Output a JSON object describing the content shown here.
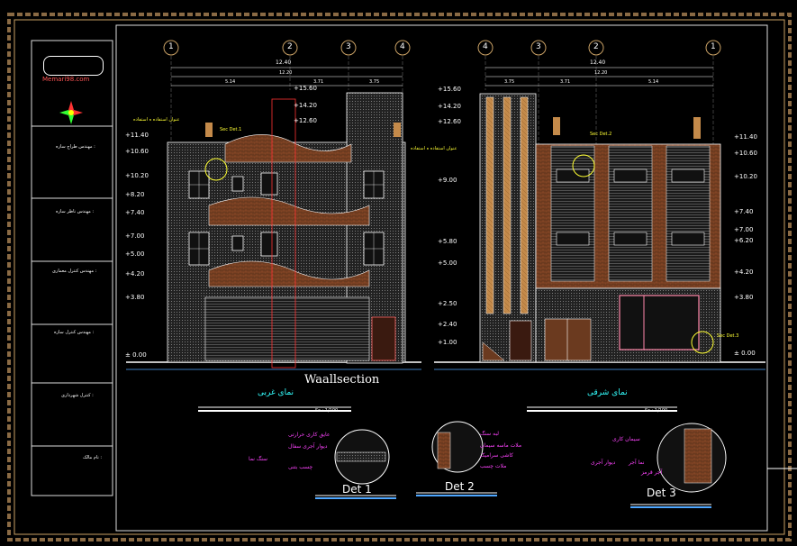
{
  "sidebar": {
    "logo_text": "Memari98.com",
    "fields": [
      "مهندس طراح سازه :",
      "مهندس ناظر سازه :",
      "مهندس کنترل معماری :",
      "مهندس کنترل سازه :",
      "کنترل شهرداری :",
      "نام مالک :"
    ]
  },
  "grid_left": [
    "1",
    "2",
    "3",
    "4"
  ],
  "grid_right": [
    "4",
    "3",
    "2",
    "1"
  ],
  "left_elevation": {
    "overall_dim": "12.40",
    "inner_dim": "12.20",
    "spans": [
      "5.14",
      "3.71",
      "3.75"
    ],
    "levels_left": [
      "+11.40",
      "+10.60",
      "+10.20",
      "+8.20",
      "+7.40",
      "+7.00",
      "+5.00",
      "+4.20",
      "+3.80",
      "± 0.00"
    ],
    "levels_center": [
      "+15.60",
      "+14.20",
      "+12.60"
    ],
    "sec_label": "Sec  Det.1",
    "note": "عنوان استفاده  ه استفاده ",
    "title": "نمای غربی",
    "scale": "Sc : 1/100"
  },
  "right_elevation": {
    "overall_dim": "12.40",
    "inner_dim": "12.20",
    "spans": [
      "3.75",
      "3.71",
      "5.14"
    ],
    "levels_left": [
      "+15.60",
      "+14.20",
      "+12.60",
      "+9.00",
      "+5.80",
      "+5.00",
      "+2.50",
      "+2.40",
      "+1.00"
    ],
    "levels_right": [
      "+11.40",
      "+10.60",
      "+10.20",
      "+7.40",
      "+7.00",
      "+6.20",
      "+4.20",
      "+3.80",
      "± 0.00"
    ],
    "sec_label": "Sec  Det.2",
    "sec_label_b": "Sec  Det.3",
    "title": "نمای شرقی",
    "scale": "Sc : 1/100"
  },
  "wallsection_label": "Waallsection",
  "details": [
    {
      "title": "Det 1",
      "notes": [
        "عایق کاری حرارتی",
        "دیوار آجری سفال",
        "سنگ نما",
        "چسب بتنی"
      ]
    },
    {
      "title": "Det 2",
      "notes": [
        "لبه سنگ",
        "ملات ماسه سیمان",
        "کاشی سرامیک",
        "ملات چسب"
      ]
    },
    {
      "title": "Det 3",
      "notes": [
        "سیمان کاری",
        "دیوار آجری",
        "نما آجر",
        "آجر قرمز"
      ]
    }
  ],
  "colors": {
    "frame": "#c8a064",
    "line": "#ffffff",
    "grid": "#4fa7ff",
    "dim": "#33ffff",
    "magenta": "#ff44ff",
    "yellow": "#ffff33",
    "brick": "#a0522d"
  }
}
